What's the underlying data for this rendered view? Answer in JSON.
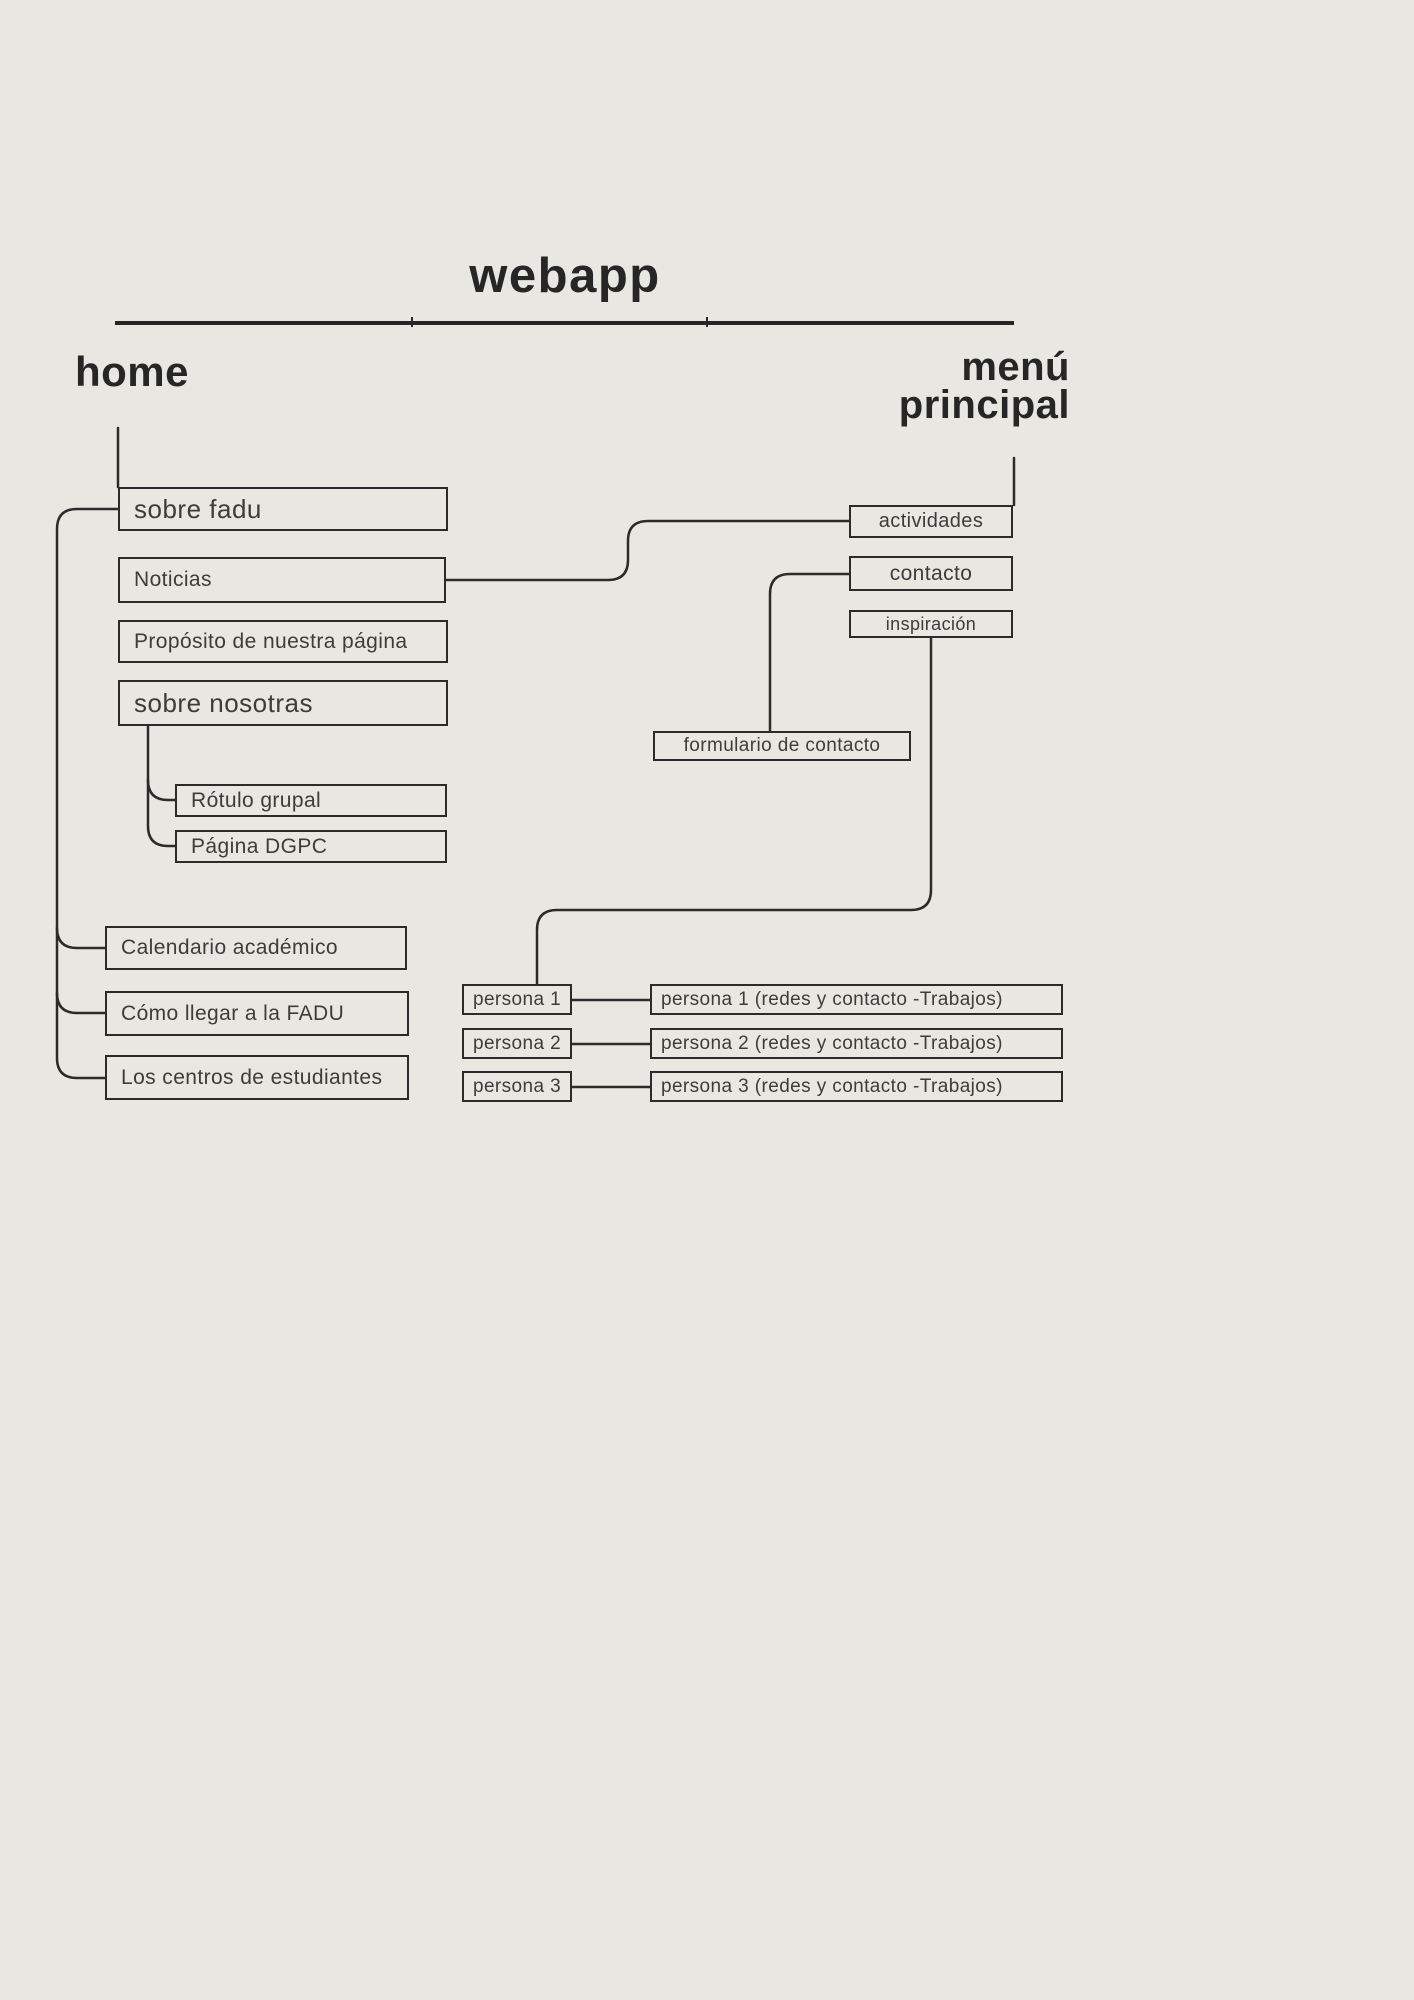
{
  "title": "webapp",
  "home": {
    "heading": "home",
    "primary": [
      {
        "label": "sobre fadu"
      },
      {
        "label": "Noticias"
      },
      {
        "label": "Propósito de nuestra página"
      },
      {
        "label": "sobre nosotras"
      }
    ],
    "sub": [
      {
        "label": "Rótulo grupal"
      },
      {
        "label": "Página DGPC"
      }
    ],
    "secondary": [
      {
        "label": "Calendario académico"
      },
      {
        "label": "Cómo llegar a la FADU"
      },
      {
        "label": "Los centros de estudiantes"
      }
    ]
  },
  "menu": {
    "heading_line1": "menú",
    "heading_line2": "principal",
    "items": [
      {
        "label": "actividades"
      },
      {
        "label": "contacto"
      },
      {
        "label": "inspiración"
      }
    ],
    "contact_form": "formulario de contacto",
    "personas": [
      {
        "label": "persona 1",
        "detail": "persona 1 (redes y contacto -Trabajos)"
      },
      {
        "label": "persona 2",
        "detail": "persona 2 (redes y contacto -Trabajos)"
      },
      {
        "label": "persona 3",
        "detail": "persona 3 (redes y contacto -Trabajos)"
      }
    ]
  },
  "colors": {
    "background": "#e9e7e2",
    "line": "#2b2b2b",
    "text": "#3c3c3c",
    "heading": "#262626"
  }
}
